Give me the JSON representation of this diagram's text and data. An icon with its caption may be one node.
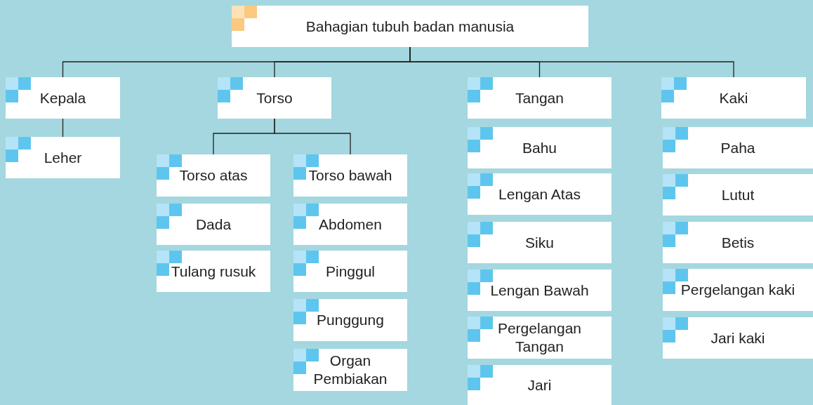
{
  "diagram": {
    "nodes": [
      {
        "text": [
          "Bahagian tubuh badan manusia"
        ]
      },
      {
        "text": [
          "Kepala"
        ]
      },
      {
        "text": [
          "Leher"
        ]
      },
      {
        "text": [
          "Torso"
        ]
      },
      {
        "text": [
          "Torso atas"
        ]
      },
      {
        "text": [
          "Dada"
        ]
      },
      {
        "text": [
          "Tulang rusuk"
        ]
      },
      {
        "text": [
          "Torso bawah"
        ]
      },
      {
        "text": [
          "Abdomen"
        ]
      },
      {
        "text": [
          "Pinggul"
        ]
      },
      {
        "text": [
          "Punggung"
        ]
      },
      {
        "text": [
          "Organ Pembiakan"
        ]
      },
      {
        "text": [
          "Tangan"
        ]
      },
      {
        "text": [
          "Bahu"
        ]
      },
      {
        "text": [
          "Lengan Atas"
        ]
      },
      {
        "text": [
          "Siku"
        ]
      },
      {
        "text": [
          "Lengan Bawah"
        ]
      },
      {
        "text": [
          "Pergelangan Tangan"
        ]
      },
      {
        "text": [
          "Jari"
        ]
      },
      {
        "text": [
          "Kaki"
        ]
      },
      {
        "text": [
          "Paha"
        ]
      },
      {
        "text": [
          "Lutut"
        ]
      },
      {
        "text": [
          "Betis"
        ]
      },
      {
        "text": [
          "Pergelangan kaki"
        ]
      },
      {
        "text": [
          "Jari kaki"
        ]
      }
    ],
    "edges": [
      {
        "from": 0,
        "to": 1,
        "arrow": "none"
      },
      {
        "from": 0,
        "to": 3,
        "arrow": "none"
      },
      {
        "from": 0,
        "to": 12,
        "arrow": "none"
      },
      {
        "from": 0,
        "to": 19,
        "arrow": "none"
      },
      {
        "from": 1,
        "to": 2,
        "arrow": "none"
      },
      {
        "from": 3,
        "to": 4,
        "arrow": "none"
      },
      {
        "from": 3,
        "to": 7,
        "arrow": "none"
      }
    ]
  }
}
